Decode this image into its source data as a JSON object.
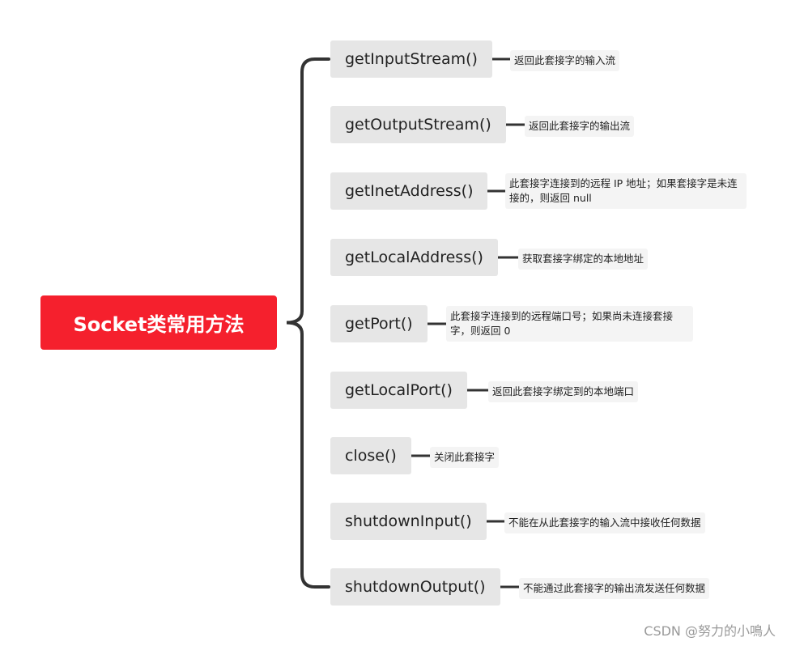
{
  "root": {
    "label": "Socket类常用方法"
  },
  "methods": [
    {
      "name": "getInputStream()",
      "desc": "返回此套接字的输入流"
    },
    {
      "name": "getOutputStream()",
      "desc": "返回此套接字的输出流"
    },
    {
      "name": "getInetAddress()",
      "desc": "此套接字连接到的远程 IP 地址；如果套接字是未连接的，则返回 null"
    },
    {
      "name": "getLocalAddress()",
      "desc": "获取套接字绑定的本地地址"
    },
    {
      "name": "getPort()",
      "desc": "此套接字连接到的远程端口号；如果尚未连接套接字，则返回 0"
    },
    {
      "name": "getLocalPort()",
      "desc": "返回此套接字绑定到的本地端口"
    },
    {
      "name": "close()",
      "desc": "关闭此套接字"
    },
    {
      "name": "shutdownInput()",
      "desc": "不能在从此套接字的输入流中接收任何数据"
    },
    {
      "name": "shutdownOutput()",
      "desc": "不能通过此套接字的输出流发送任何数据"
    }
  ],
  "watermark": "CSDN @努力的小鳴人",
  "colors": {
    "root": "#f5202d",
    "method_bg": "#e6e6e6",
    "desc_bg": "#f4f4f4",
    "connector": "#333333"
  }
}
